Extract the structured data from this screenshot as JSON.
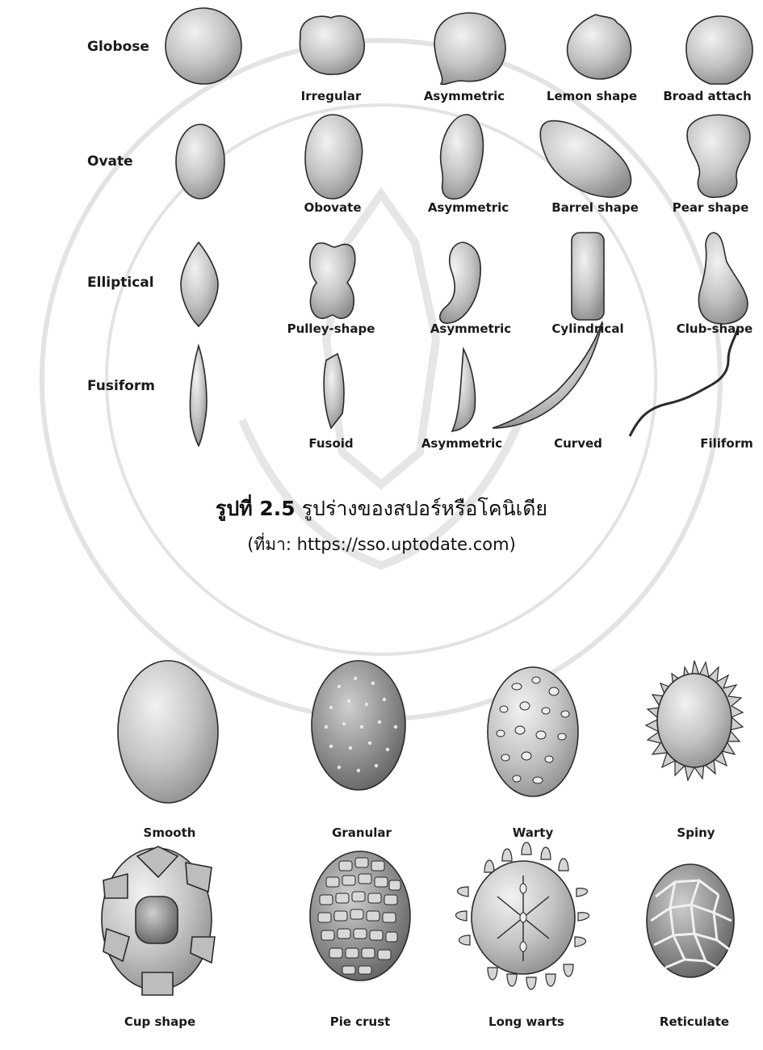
{
  "rows": {
    "globose": {
      "label": "Globose",
      "items": [
        "Irregular",
        "Asymmetric",
        "Lemon shape",
        "Broad attach"
      ]
    },
    "ovate": {
      "label": "Ovate",
      "items": [
        "Obovate",
        "Asymmetric",
        "Barrel shape",
        "Pear shape"
      ]
    },
    "elliptical": {
      "label": "Elliptical",
      "items": [
        "Pulley-shape",
        "Asymmetric",
        "Cylindrical",
        "Club-shape"
      ]
    },
    "fusiform": {
      "label": "Fusiform",
      "items": [
        "Fusoid",
        "Asymmetric",
        "Curved",
        "Filiform"
      ]
    }
  },
  "caption": {
    "prefix": "รูปที่ 2.5",
    "text": "รูปร่างของสปอร์หรือโคนิเดีย",
    "source": "(ที่มา: https://sso.uptodate.com)"
  },
  "surface_row1": [
    "Smooth",
    "Granular",
    "Warty",
    "Spiny"
  ],
  "surface_row2": [
    "Cup shape",
    "Pie crust",
    "Long warts",
    "Reticulate"
  ],
  "colors": {
    "fill": "#c8c8c8",
    "stroke": "#2a2a2a",
    "watermark": "#d9d9d9"
  }
}
